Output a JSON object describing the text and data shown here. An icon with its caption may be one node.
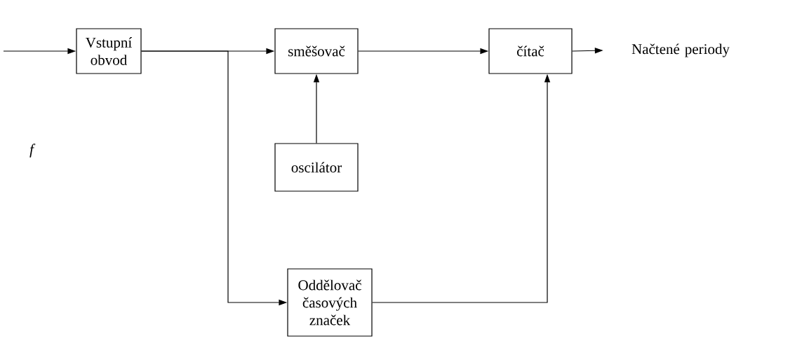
{
  "diagram": {
    "nodes": [
      {
        "text": [
          "Vstupní obvod"
        ]
      },
      {
        "text": [
          "směšovač"
        ]
      },
      {
        "text": [
          "čítač"
        ]
      },
      {
        "text": [
          "oscilátor"
        ]
      },
      {
        "text": [
          "Oddělovač časových značek"
        ]
      },
      {
        "text": [
          "Načtené periody"
        ]
      }
    ],
    "edges": [
      {
        "from": null,
        "to": 0,
        "arrow": "to"
      },
      {
        "from": 0,
        "to": 1,
        "arrow": "to"
      },
      {
        "from": 0,
        "to": 4,
        "arrow": "to"
      },
      {
        "from": 3,
        "to": 1,
        "arrow": "to"
      },
      {
        "from": 1,
        "to": 2,
        "arrow": "to"
      },
      {
        "from": 4,
        "to": 2,
        "arrow": "to"
      },
      {
        "from": 2,
        "to": 5,
        "arrow": "to"
      }
    ],
    "labels": [
      "f"
    ]
  }
}
